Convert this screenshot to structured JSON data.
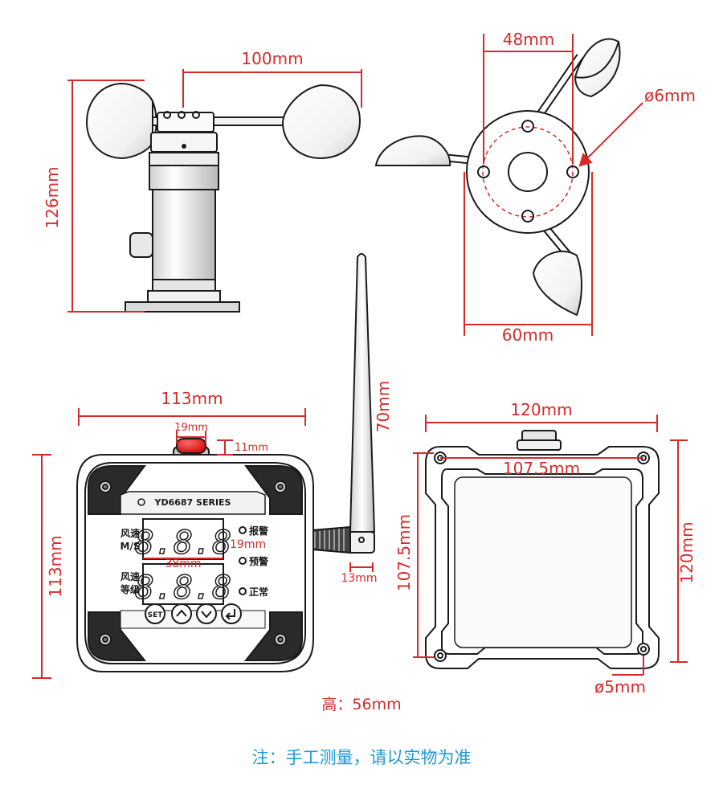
{
  "colors": {
    "dimension": "#d62a2a",
    "note": "#1a9bd7",
    "outline": "#1a1a1a"
  },
  "anemometer_side": {
    "width_label": "100mm",
    "height_label": "126mm"
  },
  "anemometer_top": {
    "bolt_spacing_label": "48mm",
    "hole_label": "ø6mm",
    "base_width_label": "60mm"
  },
  "controller_front": {
    "width_label": "113mm",
    "button_width_label": "19mm",
    "button_height_label": "11mm",
    "height_label": "113mm",
    "display_height_label": "19mm",
    "display_width_label": "38mm",
    "brand_text": "YD6687 SERIES",
    "row1_label_a": "风速",
    "row1_label_b": "M/S",
    "row2_label_a": "风速",
    "row2_label_b": "等级",
    "digit_placeholder": "8.8.8",
    "led_alarm": "报警",
    "led_warning": "预警",
    "led_normal": "正常",
    "btn_set": "SET",
    "btn_up": "up-arrow-icon",
    "btn_down": "down-arrow-icon",
    "btn_enter": "enter-icon"
  },
  "antenna": {
    "length_label": "70mm",
    "width_label": "13mm"
  },
  "controller_back": {
    "width_label": "120mm",
    "hole_spacing_h_label": "107.5mm",
    "hole_spacing_v_label": "107.5mm",
    "height_label": "120mm",
    "hole_label": "ø5mm"
  },
  "height_note": "高：56mm",
  "bottom_note": "注：手工测量，请以实物为准"
}
